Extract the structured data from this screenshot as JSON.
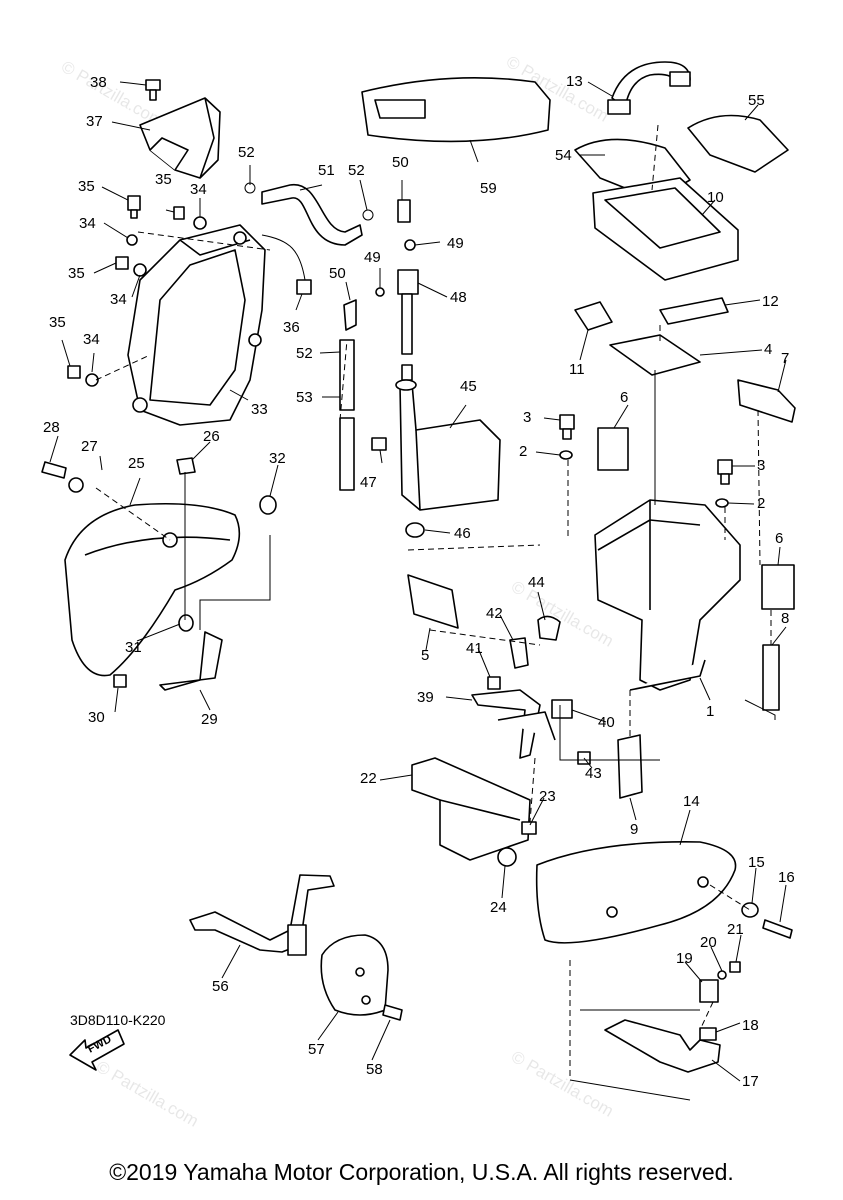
{
  "drawing_code": "3D8D110-K220",
  "copyright": "©2019 Yamaha Motor Corporation, U.S.A. All rights reserved.",
  "fwd_label": "FWD",
  "watermark": "© Partzilla.com",
  "callouts": [
    "1",
    "2",
    "2",
    "3",
    "3",
    "4",
    "5",
    "6",
    "6",
    "7",
    "8",
    "9",
    "10",
    "11",
    "12",
    "13",
    "14",
    "15",
    "16",
    "17",
    "18",
    "19",
    "20",
    "21",
    "22",
    "23",
    "24",
    "25",
    "26",
    "27",
    "28",
    "29",
    "30",
    "31",
    "32",
    "33",
    "34",
    "34",
    "34",
    "34",
    "35",
    "35",
    "35",
    "35",
    "36",
    "37",
    "38",
    "39",
    "40",
    "41",
    "42",
    "43",
    "44",
    "45",
    "46",
    "47",
    "48",
    "49",
    "49",
    "50",
    "50",
    "51",
    "52",
    "52",
    "52",
    "53",
    "54",
    "55",
    "56",
    "57",
    "58",
    "59"
  ]
}
